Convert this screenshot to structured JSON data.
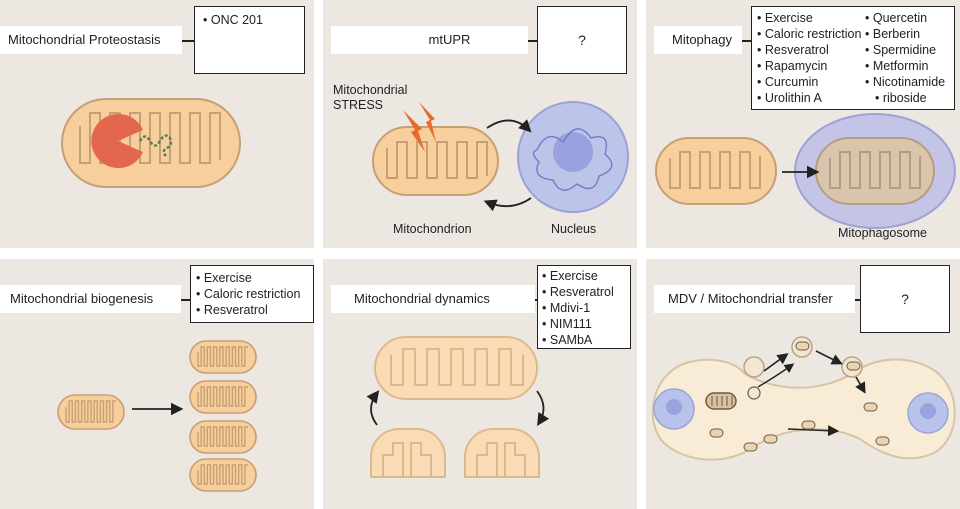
{
  "colors": {
    "panel_bg": "#ede7e2",
    "mito_fill": "#f7cf9c",
    "mito_stroke": "#c79f74",
    "nucleus_fill": "#bcc4ea",
    "pacman": "#e4664d",
    "stress": "#e86a2c",
    "cell_fill": "#f8ecd6"
  },
  "panels": {
    "proteostasis": {
      "title": "Mitochondrial Proteostasis",
      "interventions": [
        "ONC 201"
      ]
    },
    "mtupr": {
      "title": "mtUPR",
      "interventions_placeholder": "?",
      "stress_label": "Mitochondrial\nSTRESS",
      "mitochondrion_label": "Mitochondrion",
      "nucleus_label": "Nucleus"
    },
    "mitophagy": {
      "title": "Mitophagy",
      "interventions_col1": [
        "Exercise",
        "Caloric restriction",
        "Resveratrol",
        "Rapamycin",
        "Curcumin",
        "Urolithin A"
      ],
      "interventions_col2": [
        "Quercetin",
        "Berberin",
        "Spermidine",
        "Metformin",
        "Nicotinamide",
        "riboside"
      ],
      "mitophagosome_label": "Mitophagosome"
    },
    "biogenesis": {
      "title": "Mitochondrial biogenesis",
      "interventions": [
        "Exercise",
        "Caloric restriction",
        "Resveratrol"
      ]
    },
    "dynamics": {
      "title": "Mitochondrial dynamics",
      "interventions": [
        "Exercise",
        "Resveratrol",
        "Mdivi-1",
        "NIM111",
        "SAMbA"
      ]
    },
    "mdv": {
      "title": "MDV / Mitochondrial transfer",
      "interventions_placeholder": "?"
    }
  }
}
